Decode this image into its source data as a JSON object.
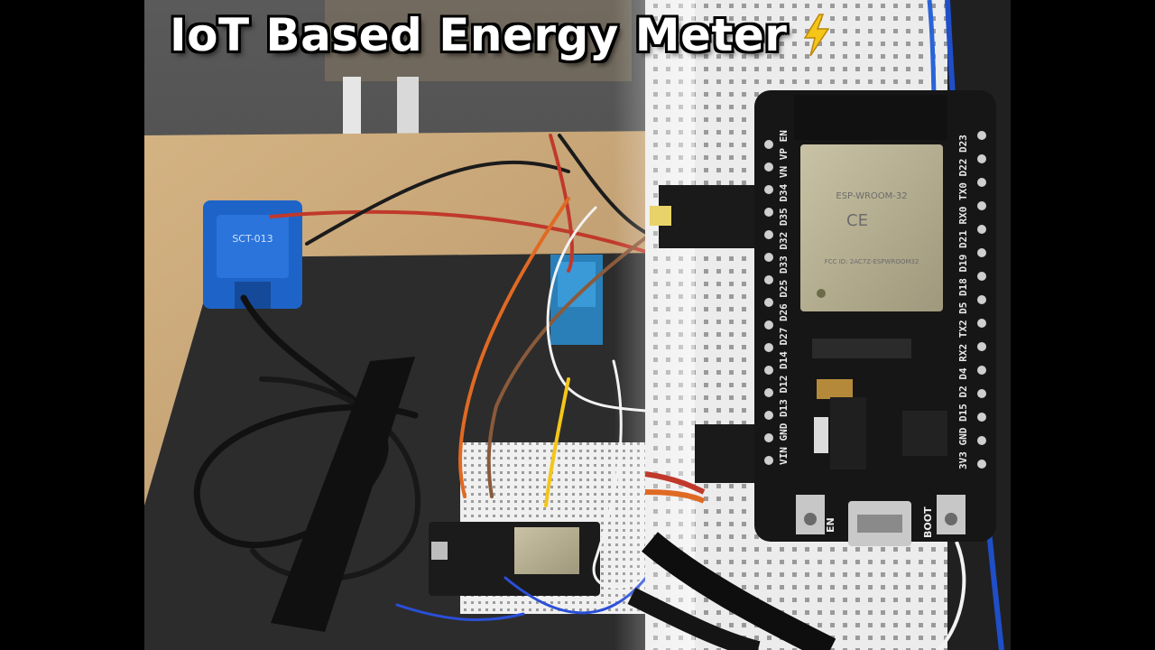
{
  "title": {
    "text": "IoT Based Energy Meter",
    "icon": "lightning-bolt-icon"
  },
  "board": {
    "module_label": "ESP-WROOM-32",
    "module_mark": "CE",
    "module_code": "FCC ID: 2AC7Z-ESPWROOM32",
    "left_pins": "VIN GND D13 D12 D14 D27 D26 D25 D33 D32 D35 D34 VN VP EN",
    "right_pins": "3V3 GND D15 D2 D4 RX2 TX2 D5 D18 D19 D21 RX0 TX0 D22 D23",
    "button_en": "EN",
    "button_boot": "BOOT"
  },
  "sensor": {
    "label": "SCT-013"
  },
  "colors": {
    "title_text": "#ffffff",
    "title_outline": "#000000",
    "bolt_fill": "#f5c518",
    "board_pcb": "#1a1a1a",
    "sensor_clamp": "#1e63c8",
    "table_wood": "#c9a97a"
  }
}
